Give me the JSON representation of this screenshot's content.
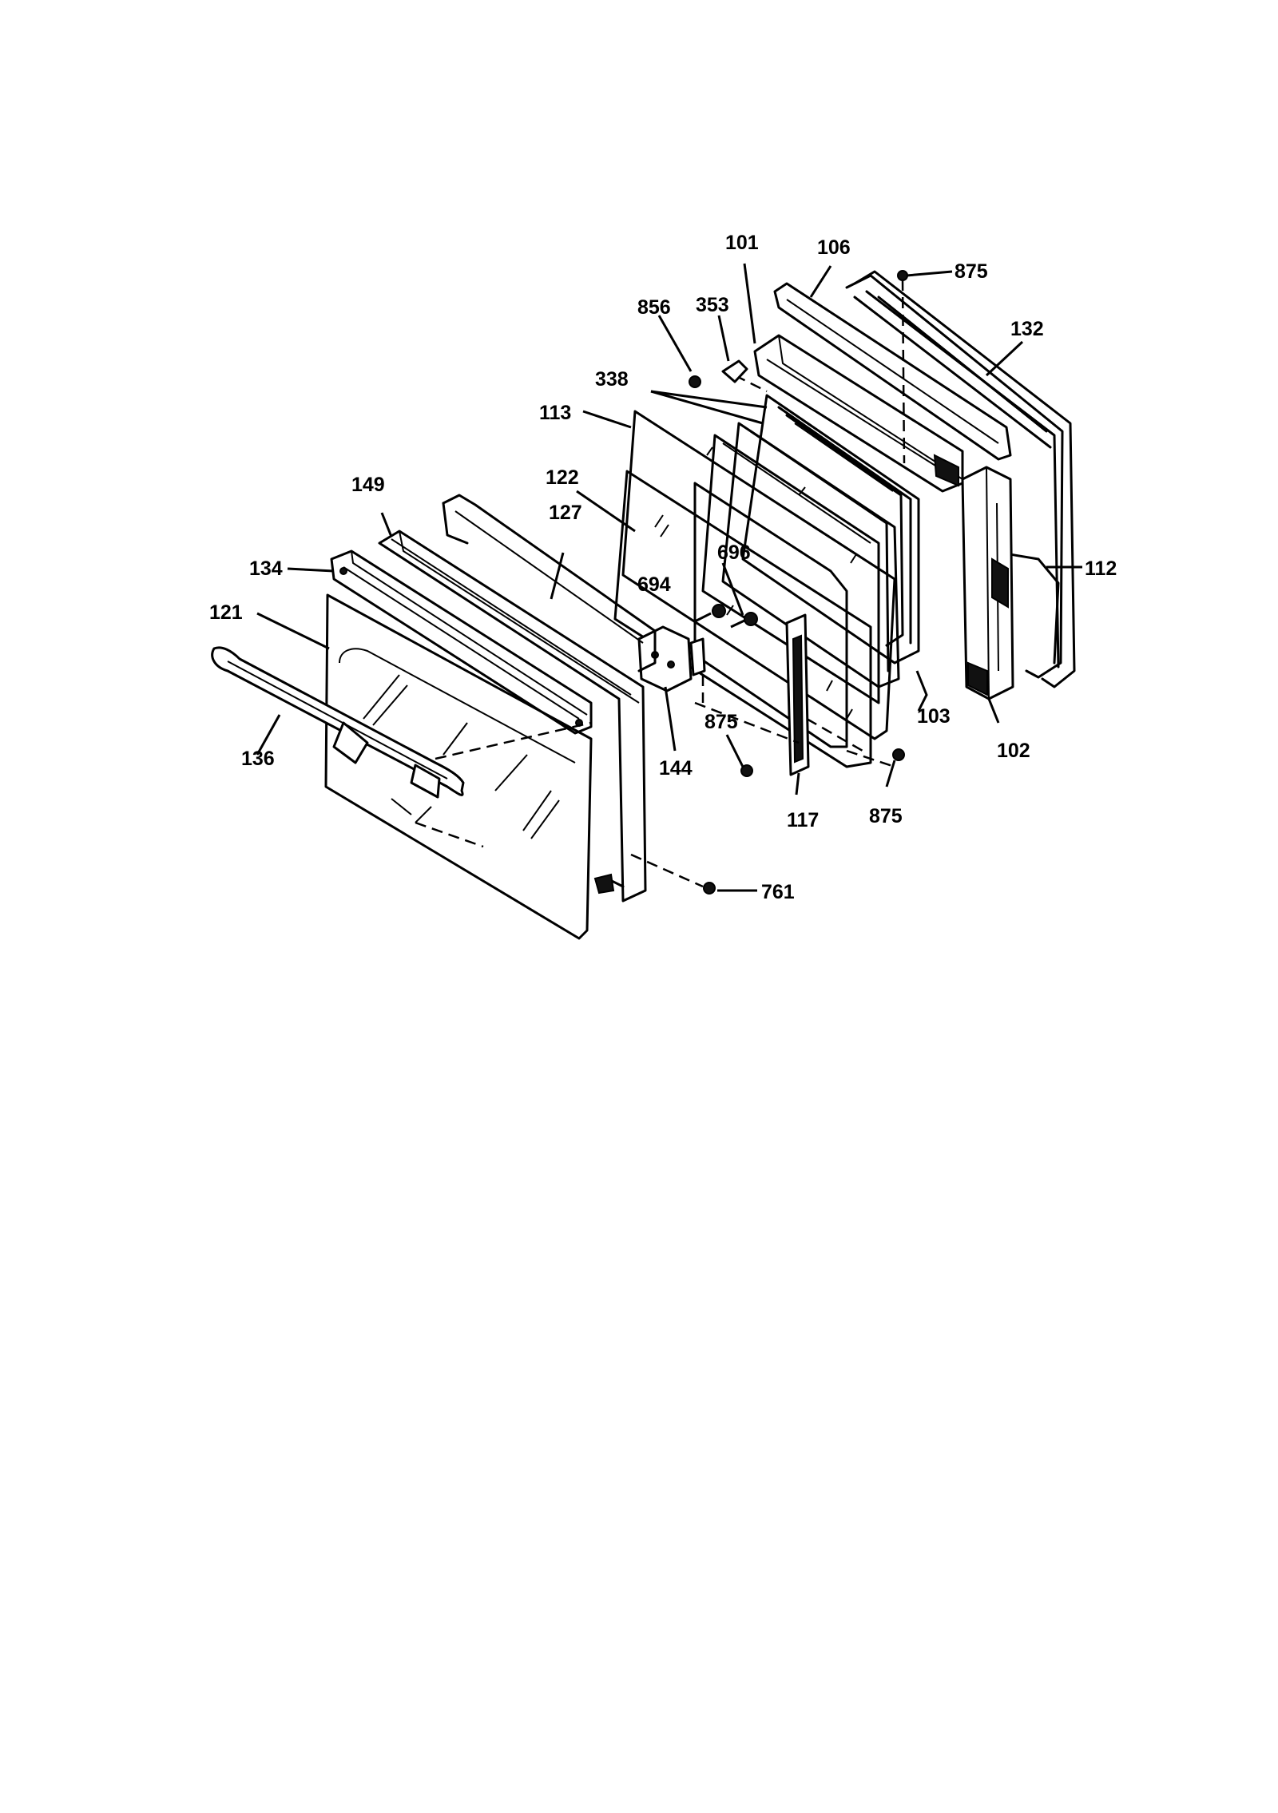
{
  "diagram": {
    "callouts": {
      "c101": "101",
      "c106": "106",
      "c875a": "875",
      "c856": "856",
      "c353": "353",
      "c132": "132",
      "c338": "338",
      "c113": "113",
      "c149": "149",
      "c122": "122",
      "c127": "127",
      "c696": "696",
      "c134": "134",
      "c694": "694",
      "c112": "112",
      "c121": "121",
      "c875b": "875",
      "c103": "103",
      "c144": "144",
      "c136": "136",
      "c102": "102",
      "c117": "117",
      "c875c": "875",
      "c761": "761"
    }
  }
}
